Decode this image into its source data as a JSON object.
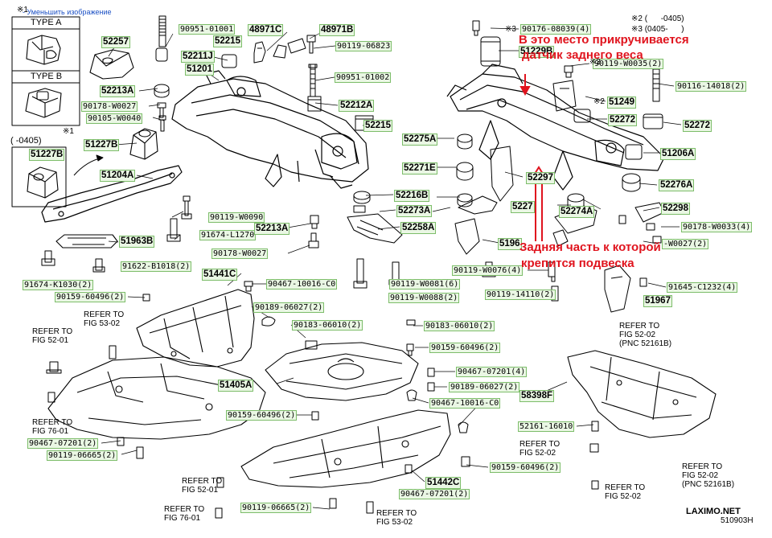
{
  "page": {
    "shrink_link": "- Уменьшить изображение"
  },
  "insets": {
    "mark_top": "※1",
    "type_a": "TYPE A",
    "type_b": "TYPE B",
    "mark_1": "※1",
    "date_range": "(      -0405)"
  },
  "notes": {
    "sensor_line_1": "В это место прикручивается",
    "sensor_line_2": "датчик заднего веса",
    "rear_line_1": "Задняя часть к которой",
    "rear_line_2": "крепится подвеска"
  },
  "footer": {
    "brand": "LAXIMO.NET",
    "figure_code": "510903H"
  },
  "labels": [
    {
      "id": "52257",
      "text": "52257",
      "big": true
    },
    {
      "id": "90951-01001",
      "text": "90951-01001",
      "big": false
    },
    {
      "id": "52215-a",
      "text": "52215",
      "big": true
    },
    {
      "id": "52211J",
      "text": "52211J",
      "big": true
    },
    {
      "id": "51201",
      "text": "51201",
      "big": true
    },
    {
      "id": "48971C",
      "text": "48971C",
      "big": true
    },
    {
      "id": "48971B",
      "text": "48971B",
      "big": true
    },
    {
      "id": "90119-06823",
      "text": "90119-06823",
      "big": false
    },
    {
      "id": "90951-01002",
      "text": "90951-01002",
      "big": false
    },
    {
      "id": "52213A-a",
      "text": "52213A",
      "big": true
    },
    {
      "id": "90178-W0027-a",
      "text": "90178-W0027",
      "big": false
    },
    {
      "id": "90105-W0040",
      "text": "90105-W0040",
      "big": false
    },
    {
      "id": "52212A",
      "text": "52212A",
      "big": true
    },
    {
      "id": "52215-b",
      "text": "52215",
      "big": true
    },
    {
      "id": "51227B",
      "text": "51227B",
      "big": true
    },
    {
      "id": "51227B-inset",
      "text": "51227B",
      "big": true
    },
    {
      "id": "51204A",
      "text": "51204A",
      "big": true
    },
    {
      "id": "90119-W0090",
      "text": "90119-W0090",
      "big": false
    },
    {
      "id": "91674-L1270",
      "text": "91674-L1270",
      "big": false
    },
    {
      "id": "52213A-b",
      "text": "52213A",
      "big": true
    },
    {
      "id": "51963B",
      "text": "51963B",
      "big": true
    },
    {
      "id": "90178-W0027-b",
      "text": "90178-W0027",
      "big": false
    },
    {
      "id": "91622-B1018",
      "text": "91622-B1018(2)",
      "big": false
    },
    {
      "id": "91674-K1030",
      "text": "91674-K1030(2)",
      "big": false
    },
    {
      "id": "90176-08039",
      "text": "90176-08039(4)",
      "big": false
    },
    {
      "id": "51229B",
      "text": "51229B",
      "big": true
    },
    {
      "id": "90119-W0035",
      "text": "90119-W0035(2)",
      "big": false
    },
    {
      "id": "90116-14018",
      "text": "90116-14018(2)",
      "big": false
    },
    {
      "id": "51249",
      "text": "51249",
      "big": true
    },
    {
      "id": "52272-a",
      "text": "52272",
      "big": true
    },
    {
      "id": "52272-b",
      "text": "52272",
      "big": true
    },
    {
      "id": "52275A",
      "text": "52275A",
      "big": true
    },
    {
      "id": "51206A",
      "text": "51206A",
      "big": true
    },
    {
      "id": "52271E",
      "text": "52271E",
      "big": true
    },
    {
      "id": "52297",
      "text": "52297",
      "big": true
    },
    {
      "id": "52276A",
      "text": "52276A",
      "big": true
    },
    {
      "id": "52216B",
      "text": "52216B",
      "big": true
    },
    {
      "id": "52273A",
      "text": "52273A",
      "big": true
    },
    {
      "id": "5227x",
      "text": "5227",
      "big": true
    },
    {
      "id": "52298",
      "text": "52298",
      "big": true
    },
    {
      "id": "52274A",
      "text": "52274A",
      "big": true
    },
    {
      "id": "52258A",
      "text": "52258A",
      "big": true
    },
    {
      "id": "90178-W0033",
      "text": "90178-W0033(4)",
      "big": false
    },
    {
      "id": "90178-W0027-c",
      "text": "-W0027(2)",
      "big": false
    },
    {
      "id": "5196x",
      "text": "5196",
      "big": true
    },
    {
      "id": "90119-W0076",
      "text": "90119-W0076(4)",
      "big": false
    },
    {
      "id": "90119-W0081",
      "text": "90119-W0081(6)",
      "big": false
    },
    {
      "id": "90119-14110",
      "text": "90119-14110(2)",
      "big": false
    },
    {
      "id": "91645-C1232",
      "text": "91645-C1232(4)",
      "big": false
    },
    {
      "id": "51967",
      "text": "51967",
      "big": true
    },
    {
      "id": "90119-W0088",
      "text": "90119-W0088(2)",
      "big": false
    },
    {
      "id": "51441C",
      "text": "51441C",
      "big": true
    },
    {
      "id": "90467-10016-C0-a",
      "text": "90467-10016-C0",
      "big": false
    },
    {
      "id": "90159-60496-a",
      "text": "90159-60496(2)",
      "big": false
    },
    {
      "id": "90189-06027-a",
      "text": "90189-06027(2)",
      "big": false
    },
    {
      "id": "90183-06010-a",
      "text": "90183-06010(2)",
      "big": false
    },
    {
      "id": "90183-06010-b",
      "text": "90183-06010(2)",
      "big": false
    },
    {
      "id": "90159-60496-b",
      "text": "90159-60496(2)",
      "big": false
    },
    {
      "id": "90467-07201-a",
      "text": "90467-07201(4)",
      "big": false
    },
    {
      "id": "90189-06027-b",
      "text": "90189-06027(2)",
      "big": false
    },
    {
      "id": "90467-10016-C0-b",
      "text": "90467-10016-C0",
      "big": false
    },
    {
      "id": "51405A",
      "text": "51405A",
      "big": true
    },
    {
      "id": "90159-60496-c",
      "text": "90159-60496(2)",
      "big": false
    },
    {
      "id": "58398F",
      "text": "58398F",
      "big": true
    },
    {
      "id": "52161-16010",
      "text": "52161-16010",
      "big": false
    },
    {
      "id": "90467-07201-b",
      "text": "90467-07201(2)",
      "big": false
    },
    {
      "id": "90119-06665-a",
      "text": "90119-06665(2)",
      "big": false
    },
    {
      "id": "51442C",
      "text": "51442C",
      "big": true
    },
    {
      "id": "90159-60496-d",
      "text": "90159-60496(2)",
      "big": false
    },
    {
      "id": "90467-07201-c",
      "text": "90467-07201(2)",
      "big": false
    },
    {
      "id": "90119-06665-b",
      "text": "90119-06665(2)",
      "big": false
    }
  ],
  "plain_texts": [
    {
      "id": "mark3-a",
      "text": "※3"
    },
    {
      "id": "mark2-date",
      "text": "※2 (      -0405)"
    },
    {
      "id": "mark3-date",
      "text": "※3 (0405-      )"
    },
    {
      "id": "mark3-b",
      "text": "※3"
    },
    {
      "id": "mark2-b",
      "text": "※2"
    },
    {
      "id": "ref-52-01-a",
      "text": "REFER TO\nFIG 52-01"
    },
    {
      "id": "ref-53-02-a",
      "text": "REFER TO\nFIG 53-02"
    },
    {
      "id": "ref-76-01-a",
      "text": "REFER TO\nFIG 76-01"
    },
    {
      "id": "ref-52-02-a",
      "text": "REFER TO\nFIG 52-02\n(PNC 52161B)"
    },
    {
      "id": "ref-52-02-b",
      "text": "REFER TO\nFIG 52-02"
    },
    {
      "id": "ref-52-02-c",
      "text": "REFER TO\nFIG 52-02"
    },
    {
      "id": "ref-52-02-d",
      "text": "REFER TO\nFIG 52-02\n(PNC 52161B)"
    },
    {
      "id": "ref-52-01-b",
      "text": "REFER TO\nFIG 52-01"
    },
    {
      "id": "ref-76-01-b",
      "text": "REFER TO\nFIG 76-01"
    },
    {
      "id": "ref-53-02-b",
      "text": "REFER TO\nFIG 53-02"
    }
  ]
}
